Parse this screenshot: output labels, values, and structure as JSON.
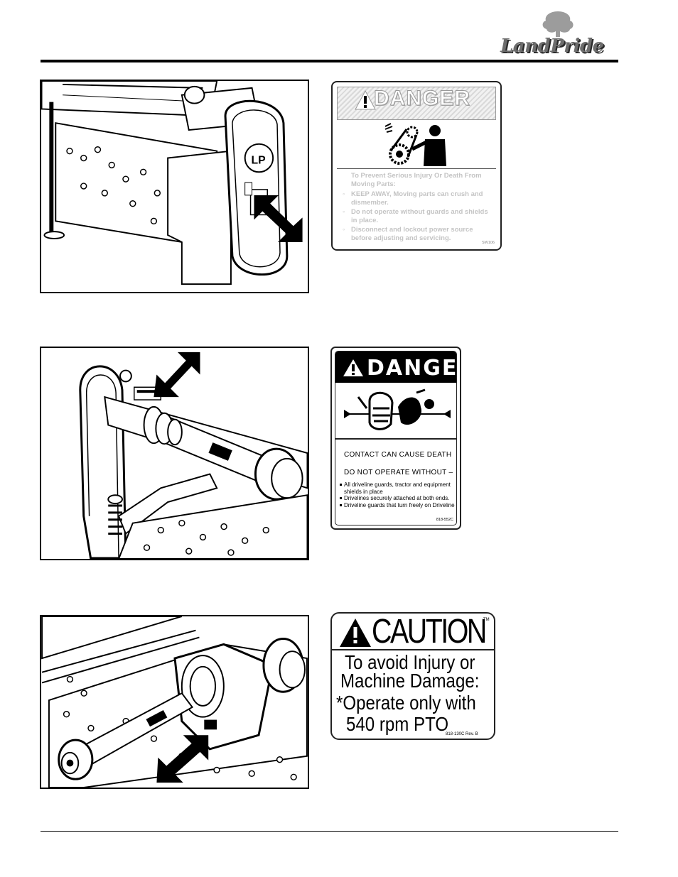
{
  "header": {
    "brand": "LandPride"
  },
  "decal1": {
    "signal_word": "DANGER",
    "heading": "To Prevent Serious Injury Or Death From Moving Parts:",
    "items": [
      "KEEP AWAY, Moving parts can crush and dismember.",
      "Do not operate without guards and shields in place.",
      "Disconnect and lockout power source before adjusting and servicing."
    ],
    "code": "SW106"
  },
  "decal2": {
    "signal_word": "DANGER",
    "line1": "CONTACT  CAN  CAUSE  DEATH",
    "line2": "DO  NOT  OPERATE  WITHOUT  –",
    "items": [
      "All driveline guards, tractor and equipment shields in place",
      "Drivelines securely attached at both ends.",
      "Driveline guards that turn freely on Driveline"
    ],
    "code": "818-552C"
  },
  "decal3": {
    "signal_word": "CAUTION",
    "trademark": "TM",
    "lines": [
      "To avoid Injury or",
      "Machine Damage:",
      "*Operate only with",
      "540 rpm PTO"
    ],
    "code": "818-130C Rev. B"
  }
}
